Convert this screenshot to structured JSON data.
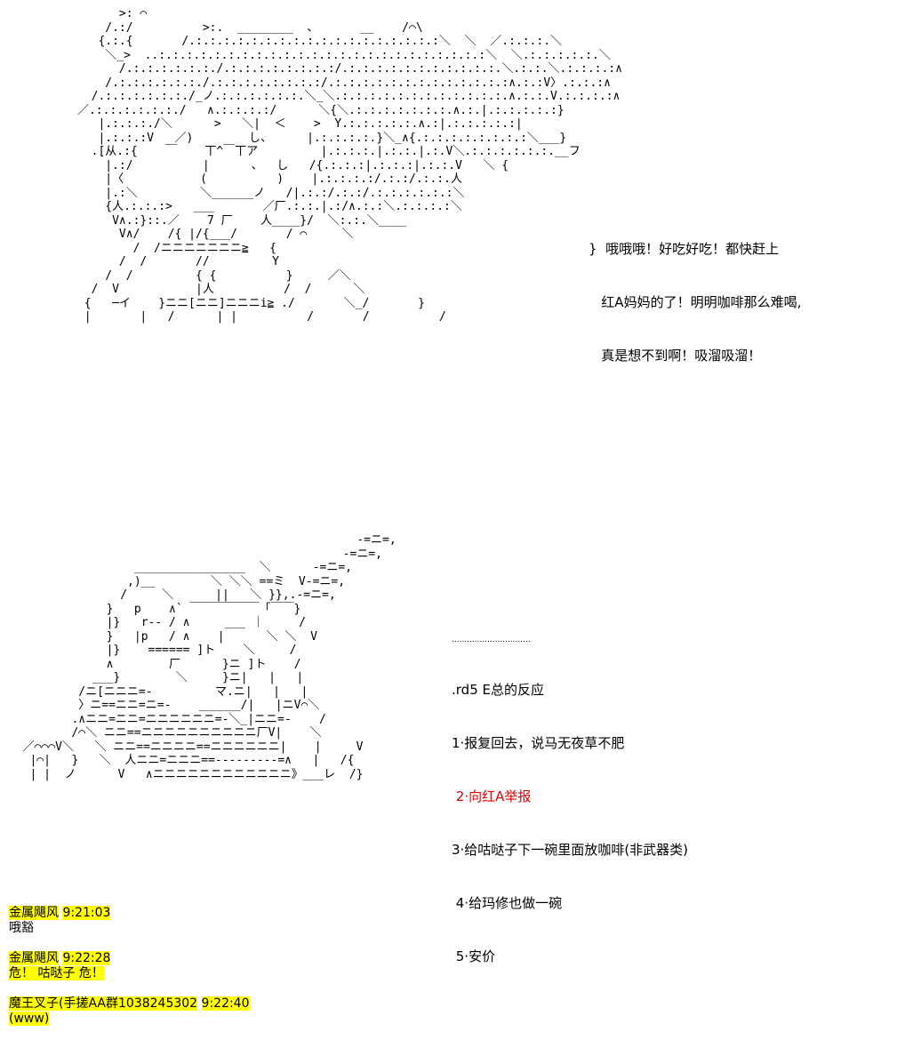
{
  "art_top": "            >: ⌒\n          /.:/          >:.  ________  、      __    /⌒\\\n         {.:.{       /.:.:.:.:.:.:.:.:.:.:.:.:.:.:.:.:.:.:＼  ＼  ／.:.:.:.＼\n          ＼_>  ..:.:.:.:.:.:.:.:.:.:.:.:.:.:.:.:.:.:.:.:.:.:.:.:＼  ＼.:.:.:.:.:.＼\n            /.:.:.:.:.:.:./.:.:.:.:.:.:.:.:/.:.:.:.:.:.:.:.:.:.:.:.＼.:.:.＼.:.:.:.:∧\n          /.:.:.:.:.:.:./.:.:.:.:.:.:.:.:/.:.:.:.:.:.:.:.:.:.:.:.:.:∧.:.:V〉.:.:.:∧\n        /.:.:.:.:.:.:./_ノ.:.:.:.:.:.:.＼_＼.:.:.:.:.:.:.:.:.:.:.:.:.∧.:.:.V.:.:.:.:∧\n      ／.:.:.:.:.:.:./   ∧.:.:.:.:/      ＼{＼.:.:.:.:.:.:.:.∧.:.|.:.:.:.:.:}\n         |.:.:.:./＼      >   ＼|  ＜    >  Y.:.:.:.:.:.∧.:|.:.:.:.:.:|\n         |.:.:.:V   ／)        し、     |.:.:.:.:.}＼_∧{.:.:.:.:.:.:.:.:＼___}\n        .[从.:{    ￣    丅^￣丅ア         |.:.:.:.|.:.:.|.:.V＼.:.:.:.:.:.:.__フ\n          |.:/          |      、  し   /{.:.:.:|.:.:.:|.:.:.V   ＼ {\n          |〈           (          )    |.:.:.:.:/.:.:/.:.:.人\n          |.:＼         ＼______ノ   /|.:.:/.:.:/.:.:.:.:.:.:＼\n          {人.:.:.:>   ___       ／厂.:.:.|.:/∧.:.:＼.:.:.:.:＼\n           V∧.:}::.／    7 厂    人____}/  ＼:.:.＼____\n            V∧/    /{ |/{___/       / ⌒     ＼\n              /  /ニニニニニニニ≧   {\n            /  /       //         Y\n          /  /         { {          }     ／＼\n        /  V           |人          /  /      ＼\n       {   ─イ    }ニニ[ニニ]ニニニi≧ ./       ＼_/       }\n       |       |   /      | |          /       /          /",
  "speech": [
    "}  哦哦哦！好吃好吃！都快赶上",
    "   红A妈妈的了！明明咖啡那么难喝,",
    "   真是想不到啊！吸溜吸溜！"
  ],
  "art_bottom": "                                                  -=ニ=,\n                                                -=ニ=,\n                  ________________  ＼      -=ニ=,\n                 ,)__        ＼ ＼＼ ==ミ  V-=ニ=,\n                /     ＼      ||   ＼ }},.-=ニ=,\n              }   p    ∧` ￣￣￣￣￣￣「￣￣}\n              |}   r-- / ∧     ___ ｜     /\n              }   |p   / ∧    |      ＼ ＼  V\n              |}    ====== ]ト    ＼     /\n              ∧        厂      }ニ ]ト    /\n            ___}        ＼     }ニ|   |   |\n          /ニ[ニニニ=-         マ.ニ|   |   |\n          〉ニ==ニニ=ニ=-    ______/|   |ニV⌒＼\n         .∧ニニ=ニニ=ニニニニニニ=-＼_|ニニ=-    /\n         /⌒＼ ニニ==ニニニニニニニニニニ厂V|    ＼\n  ／⌒⌒⌒V＼   ＼ ニニ==ニニニニ==ニニニニニニ|    |     V\n   |⌒|   }   ＼  人ニニ=ニニニ==---------=∧   |   /{\n   | |  ノ      V   ∧ニニニニニニニニニニニニ》___レ  /}",
  "options": {
    "dots": "...............................",
    "header": ".rd5 E总的反应",
    "items": [
      "1·报复回去，说马无夜草不肥",
      " 2·向红A举报",
      "3·给咕哒子下一碗里面放咖啡(非武器类)",
      " 4·给玛修也做一碗",
      " 5·安价"
    ]
  },
  "chat": [
    {
      "name": "金属飓风",
      "time": "9:21:03",
      "message": "哦豁"
    },
    {
      "name": "金属飓风",
      "time": "9:22:28",
      "message": "危！ 咕哒子 危！"
    },
    {
      "name": "魔王叉子(手搓AA群1038245302",
      "time": "9:22:40",
      "message": "(www)"
    }
  ],
  "colors": {
    "highlight": "#ffff00",
    "red": "#e00000"
  }
}
